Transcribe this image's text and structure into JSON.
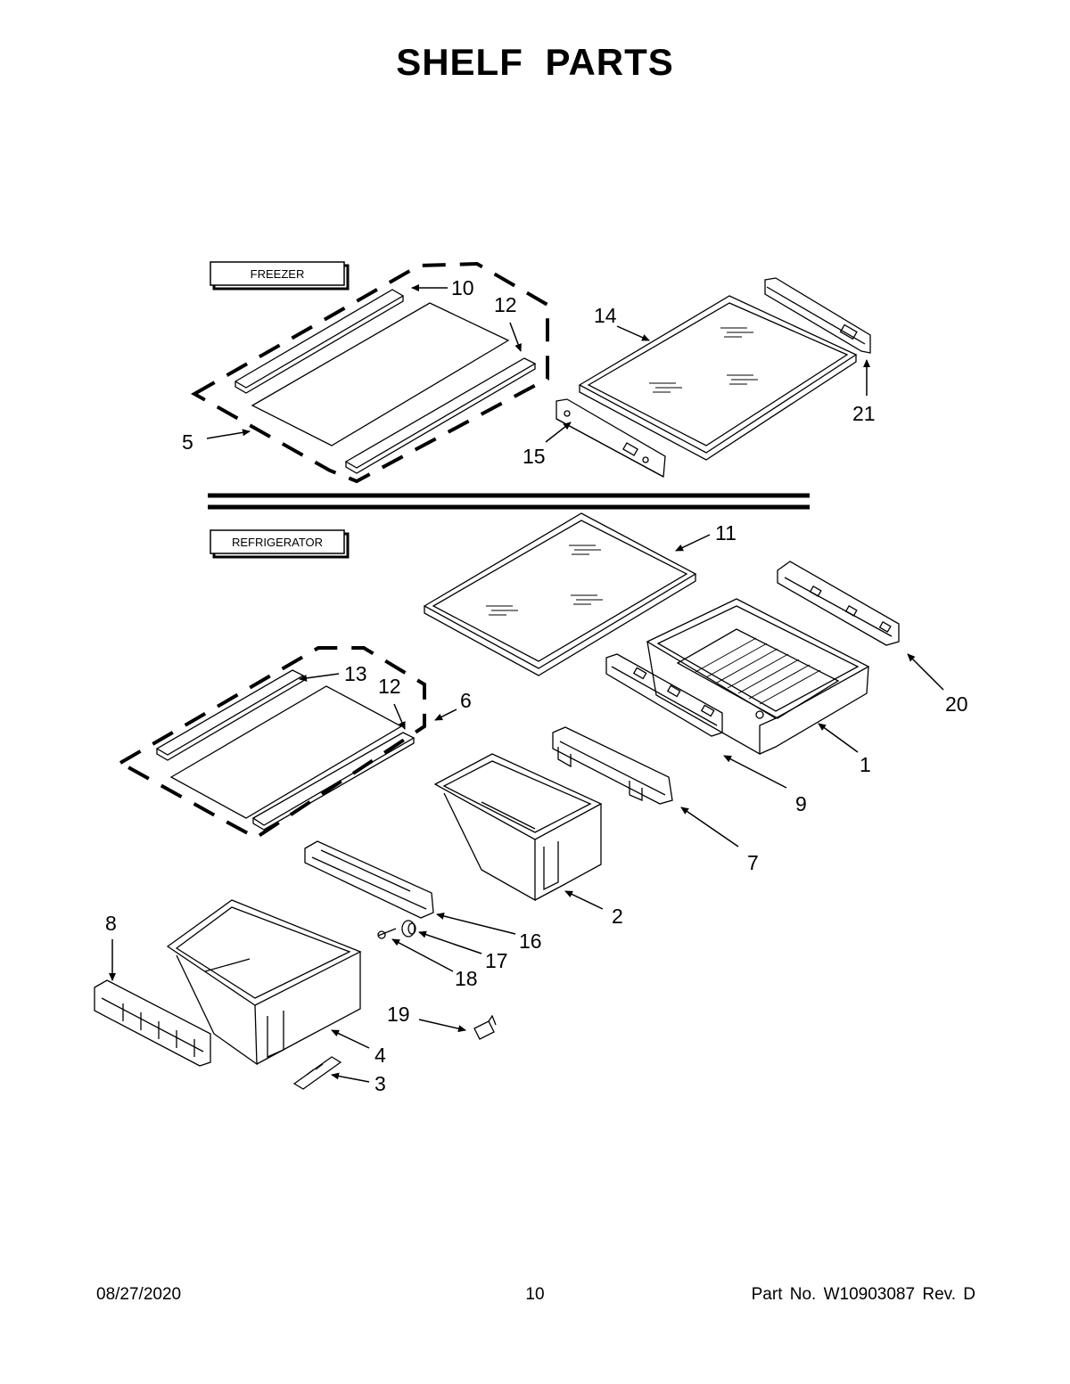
{
  "title": "SHELF PARTS",
  "sections": {
    "freezer": "FREEZER",
    "refrigerator": "REFRIGERATOR"
  },
  "callouts": {
    "c1": "1",
    "c2": "2",
    "c3": "3",
    "c4": "4",
    "c5": "5",
    "c6": "6",
    "c7": "7",
    "c8": "8",
    "c9": "9",
    "c10": "10",
    "c11": "11",
    "c12a": "12",
    "c12b": "12",
    "c13": "13",
    "c14": "14",
    "c15": "15",
    "c16": "16",
    "c17": "17",
    "c18": "18",
    "c19": "19",
    "c20": "20",
    "c21": "21"
  },
  "footer": {
    "date": "08/27/2020",
    "page": "10",
    "part": "Part No.  W10903087  Rev.  D"
  }
}
